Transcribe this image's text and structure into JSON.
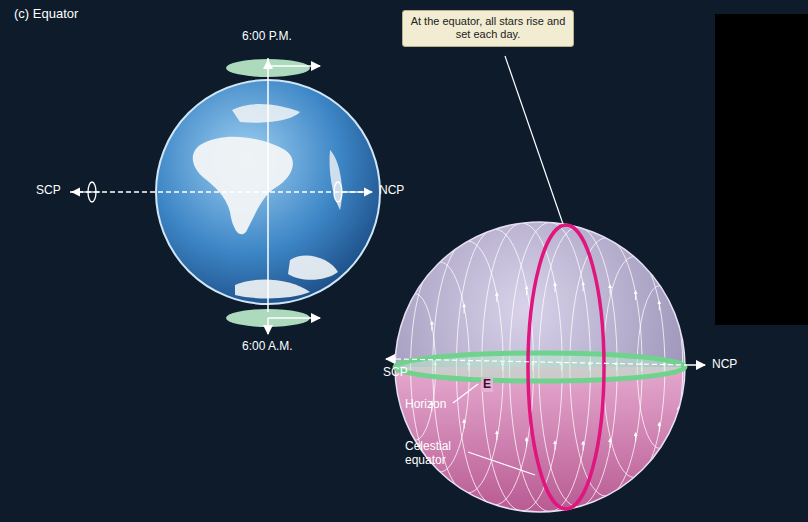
{
  "diagram": {
    "title": "(c) Equator",
    "nodes": [
      {
        "text": [
          "At the equator, all stars rise and set each day."
        ]
      }
    ],
    "labels": [
      "6:00 P.M.",
      "SCP",
      "NCP",
      "6:00 A.M.",
      "SCP",
      "Horizon",
      "E",
      "NCP",
      "Celestial equator"
    ]
  }
}
